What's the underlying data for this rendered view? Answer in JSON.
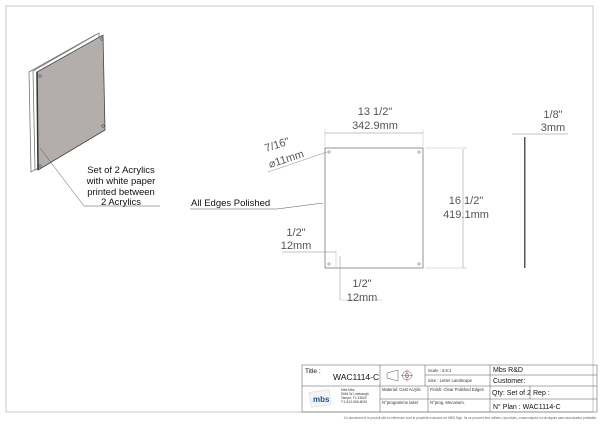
{
  "iso_view": {
    "callout": [
      "Set of 2 Acrylics",
      "with white paper",
      "printed between",
      "2 Acrylics"
    ]
  },
  "front_view": {
    "edges_note": "All Edges Polished",
    "hole_dia_in": "7/16\"",
    "hole_dia_mm": "11mm",
    "width_in": "13 1/2\"",
    "width_mm": "342.9mm",
    "height_in": "16 1/2\"",
    "height_mm": "419.1mm",
    "offset_x_in": "1/2\"",
    "offset_x_mm": "12mm",
    "offset_y_in": "1/2\"",
    "offset_y_mm": "12mm"
  },
  "side_view": {
    "thickness_in": "1/8\"",
    "thickness_mm": "3mm"
  },
  "title_block": {
    "title_label": "Title :",
    "title": "WAC1114-C",
    "scale": "Scale : 3.5:1",
    "size": "Size : Letter Landscape",
    "company": "Mbs R&D",
    "customer": "Customer:",
    "material": "Material: Cast Acrylic",
    "finish": "Finish: Clear Polished Edges",
    "qty": "Qty: Set of 2",
    "rep": "Rep :",
    "prog_laser": "N°programme laser",
    "prog_mecanum": "N°prog. Mecanum.",
    "plan": "N° Plan : WAC1114-C",
    "logo_text": "mbs",
    "address": [
      "Mbs Mbs",
      "5046 W Linebaugh",
      "Tampa, FL 33624",
      "T:1-813-506-6025"
    ],
    "disclaimer": "Ce document et le produit cité en référence sont la propriété exclusive de MBS Sign. Ils ne peuvent être utilisés, reproduits, communiqués ou divulgués sans autorisation préalable."
  },
  "colors": {
    "panel": "#b3aeab",
    "logo": "#1f4e9c"
  }
}
